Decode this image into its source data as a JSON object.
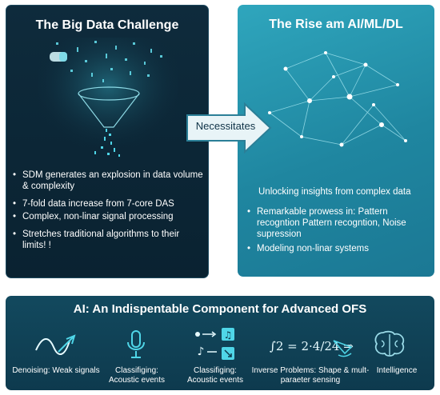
{
  "left": {
    "title": "The Big Data Challenge",
    "bullets": [
      "SDM generates an explosion in data volume & complexity",
      "7-fold data increase from 7-core DAS",
      "Complex, non-linar signal processing",
      "Stretches traditional algorithms to their limits! !"
    ]
  },
  "arrow": {
    "label": "Necessitates"
  },
  "right": {
    "title": "The Rise am AI/ML/DL",
    "subtitle": "Unlocking insights from complex data",
    "bullets": [
      "Remarkable prowess in: Pattern recogntion Pattern recogntion, Noise supression",
      "Modeling non-linar systems"
    ]
  },
  "bottom": {
    "title": "AI: An Indispentable Component for Advanced OFS",
    "items": [
      {
        "icon": "wave-arrow-icon",
        "label": "Denoising: Weak signals"
      },
      {
        "icon": "microphone-icon",
        "label": "Classifiging: Acoustic events"
      },
      {
        "icon": "music-notes-icon",
        "label": "Classifiging: Acoustic events"
      },
      {
        "icon": "formula-icon",
        "label": "Inverse Problems: Shape & mult-paraeter sensing"
      },
      {
        "icon": "brain-icon",
        "label": "Intelligence"
      }
    ],
    "formula_text": "∫2 = 2·4/24 ⇒"
  },
  "colors": {
    "dark_panel": "#0e2b3c",
    "teal_panel": "#2596b0",
    "bottom_panel": "#12495e",
    "accent": "#4fd6e8"
  }
}
